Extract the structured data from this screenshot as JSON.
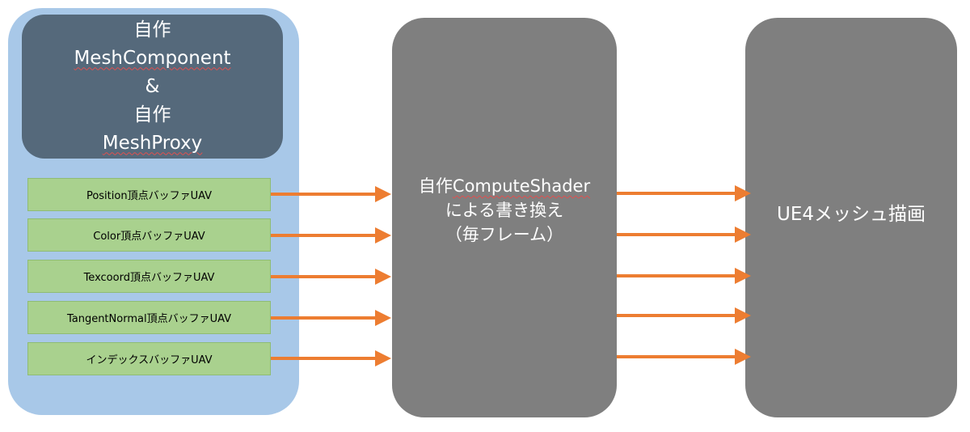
{
  "left_panel": {
    "header": {
      "line1_prefix": "自作",
      "line1_underlined": "MeshComponent",
      "line2": "&",
      "line3_prefix": "自作",
      "line3_underlined": "MeshProxy"
    },
    "buffers": [
      "Position頂点バッファUAV",
      "Color頂点バッファUAV",
      "Texcoord頂点バッファUAV",
      "TangentNormal頂点バッファUAV",
      "インデックスバッファUAV"
    ]
  },
  "middle_box": {
    "line1_prefix": "自作",
    "line1_underlined": "ComputeShader",
    "line2": "による書き換え",
    "line3": "（毎フレーム）"
  },
  "right_box": {
    "label": "UE4メッシュ描画"
  },
  "colors": {
    "arrow": "#ed7d31",
    "outer_panel": "#a8c8e8",
    "header_box": "#55697b",
    "buffer_box": "#a9d18e",
    "gray_box": "#7f7f7f"
  }
}
